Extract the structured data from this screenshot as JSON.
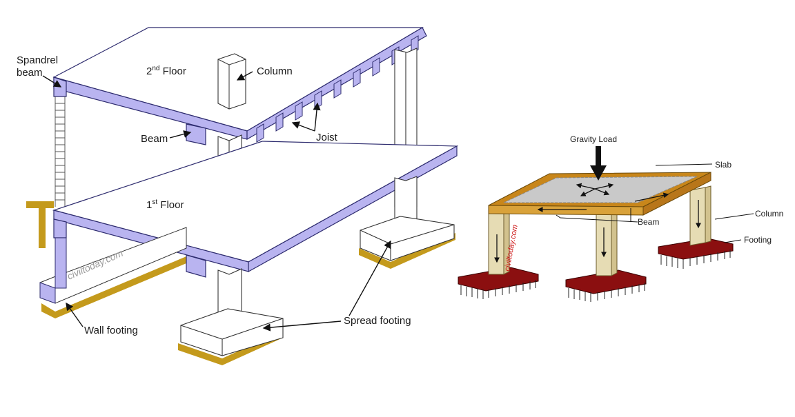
{
  "left_diagram": {
    "labels": {
      "spandrel_line1": "Spandrel",
      "spandrel_line2": "beam",
      "floor2_num": "2",
      "floor2_sup": "nd",
      "floor2_word": " Floor",
      "column": "Column",
      "beam": "Beam",
      "joist": "Joist",
      "floor1_num": "1",
      "floor1_sup": "st",
      "floor1_word": " Floor",
      "wall_footing": "Wall footing",
      "spread_footing": "Spread footing"
    },
    "watermark": "civiltoday.com"
  },
  "right_diagram": {
    "labels": {
      "gravity_load": "Gravity Load",
      "slab": "Slab",
      "column": "Column",
      "beam": "Beam",
      "footing": "Footing"
    },
    "watermark": "civiltoday.com"
  },
  "colors": {
    "slab_edge": "#b9b4f0",
    "slab_outline": "#2d2b6e",
    "ground": "#c49a1c",
    "beam_wood": "#c8861a",
    "column_wood": "#e6dcb4",
    "footing_red": "#8b0f10",
    "slab_gray": "#c9c9c9"
  }
}
